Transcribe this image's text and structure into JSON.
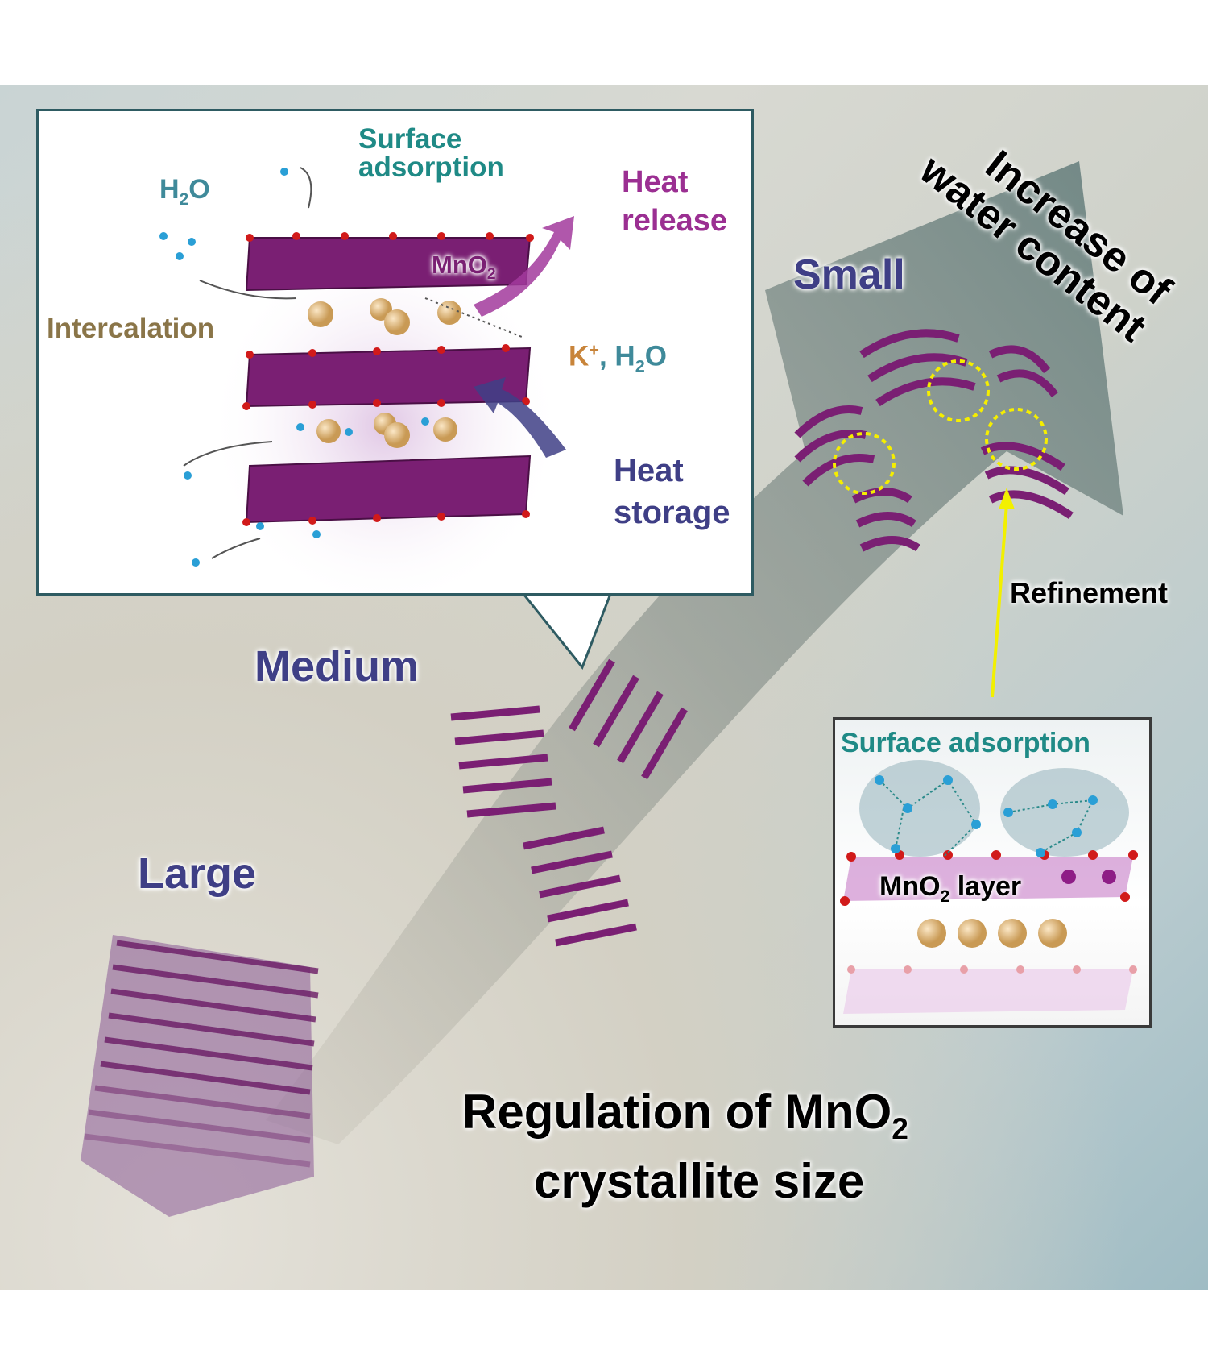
{
  "labels": {
    "surface_adsorption_line1": "Surface",
    "surface_adsorption_line2": "adsorption",
    "h2o_top": {
      "a": "H",
      "sub": "2",
      "b": "O"
    },
    "heat_release_line1": "Heat",
    "heat_release_line2": "release",
    "mno2_inset": {
      "a": "MnO",
      "sub": "2"
    },
    "intercalation": "Intercalation",
    "k_h2o": {
      "k": "K",
      "sup": "+",
      "sep": ", H",
      "sub": "2",
      "b": "O"
    },
    "heat_storage_line1": "Heat",
    "heat_storage_line2": "storage",
    "small": "Small",
    "medium": "Medium",
    "large": "Large",
    "increase_line1": "Increase of",
    "increase_line2": "water content",
    "refinement": "Refinement",
    "surface_adsorption_box": "Surface adsorption",
    "mno2_layer": {
      "a": "MnO",
      "sub": "2",
      "b": " layer"
    },
    "title_line1": {
      "a": "Regulation of MnO",
      "sub": "2"
    },
    "title_line2": "crystallite size"
  },
  "colors": {
    "teal": "#1f8a86",
    "purple": "#9b2f92",
    "navy": "#3f3f86",
    "brown": "#8a7548",
    "k_orange": "#c8843a",
    "mno2_slab": "#7a1f73",
    "oxygen": "#d11a1a",
    "water": "#2a9fd6",
    "k_sphere": "#e0b77a",
    "refinement_arrow": "#f2f000"
  }
}
